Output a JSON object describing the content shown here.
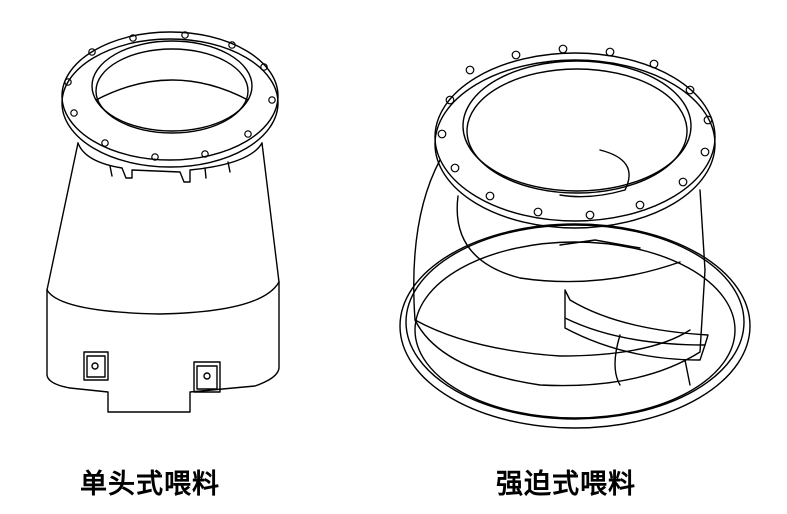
{
  "figures": [
    {
      "id": "single-head",
      "caption": "单头式喂料"
    },
    {
      "id": "forced",
      "caption": "强迫式喂料"
    }
  ]
}
